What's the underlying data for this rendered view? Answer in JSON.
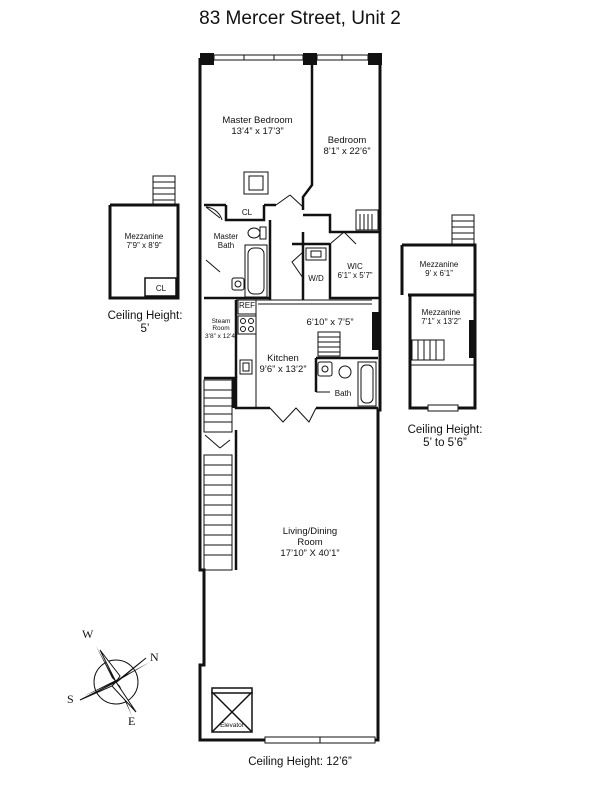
{
  "title": "83 Mercer Street, Unit 2",
  "rooms": {
    "master_bedroom": {
      "name": "Master Bedroom",
      "dims": "13’4” x 17’3”"
    },
    "bedroom": {
      "name": "Bedroom",
      "dims": "8’1” x 22’6”"
    },
    "closet": {
      "name": "CL"
    },
    "master_bath": {
      "name": "Master",
      "name2": "Bath"
    },
    "wic": {
      "name": "WIC",
      "dims": "6’1” x 5’7”"
    },
    "wd": {
      "name": "W/D"
    },
    "ref": {
      "name": "REF"
    },
    "steam_room": {
      "name": "Steam",
      "name2": "Room",
      "dims": "3’8” x 12’4”"
    },
    "dining_alcove": {
      "dims": "6’10” x 7’5”"
    },
    "kitchen": {
      "name": "Kitchen",
      "dims": "9’6” x 13’2”"
    },
    "bath": {
      "name": "Bath"
    },
    "living": {
      "name": "Living/Dining",
      "name2": "Room",
      "dims": "17’10” X 40’1”"
    },
    "elevator": {
      "name": "Elevator"
    }
  },
  "left_mezzanine": {
    "name": "Mezzanine",
    "dims": "7’9” x 8’9”",
    "closet": "CL",
    "ceiling_label": "Ceiling Height:",
    "ceiling_value": "5’"
  },
  "right_mezzanine": {
    "upper": {
      "name": "Mezzanine",
      "dims": "9’ x 6’1”"
    },
    "lower": {
      "name": "Mezzanine",
      "dims": "7’1” x 13’2”"
    },
    "ceiling_label": "Ceiling Height:",
    "ceiling_value": "5’ to 5’6”"
  },
  "bottom_ceiling": "Ceiling Height: 12’6”",
  "compass": {
    "w": "W",
    "n": "N",
    "s": "S",
    "e": "E"
  }
}
